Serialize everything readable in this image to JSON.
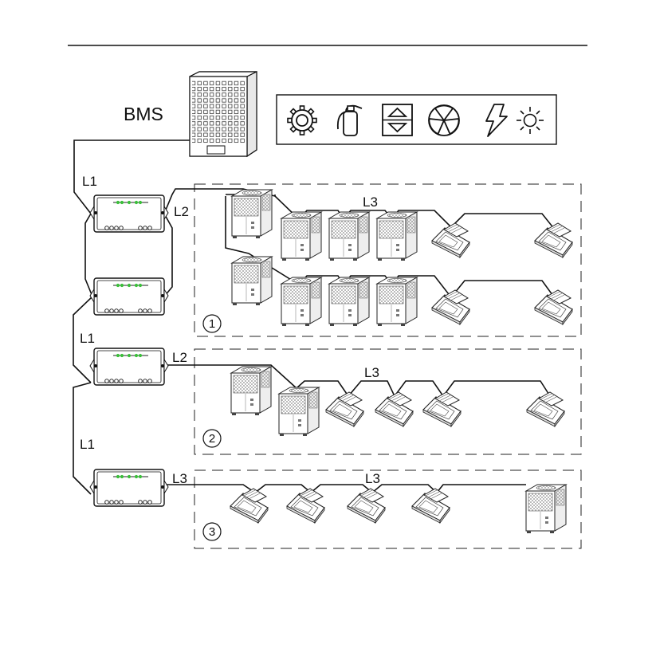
{
  "header": {
    "rule": true
  },
  "bms": {
    "label": "BMS"
  },
  "icon_panel": {
    "icons": [
      "gear-icon",
      "fire-extinguisher-icon",
      "up-down-arrows-icon",
      "fan-icon",
      "lightning-icon",
      "sun-icon"
    ]
  },
  "wire_labels": {
    "l1_top": "L1",
    "l1_mid": "L1",
    "l1_low": "L1",
    "l2_a": "L2",
    "l2_b": "L2",
    "l3_gateway": "L3",
    "l3_zone1": "L3",
    "l3_zone2": "L3",
    "l3_zone3": "L3"
  },
  "zones": [
    {
      "number": "1"
    },
    {
      "number": "2"
    },
    {
      "number": "3"
    }
  ],
  "colors": {
    "line": "#111111",
    "led": "#3bbf3b"
  }
}
